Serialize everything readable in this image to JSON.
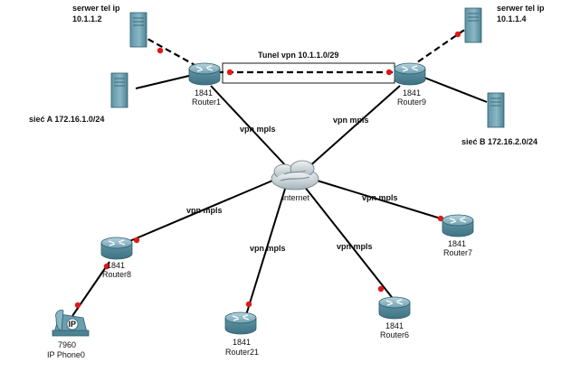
{
  "tunnel": {
    "label": "Tunel vpn  10.1.1.0/29"
  },
  "internet": {
    "label": "internet"
  },
  "routers": {
    "router1": {
      "model": "1841",
      "name": "Router1"
    },
    "router9": {
      "model": "1841",
      "name": "Router9"
    },
    "router8": {
      "model": "1841",
      "name": "Router8"
    },
    "router21": {
      "model": "1841",
      "name": "Router21"
    },
    "router6": {
      "model": "1841",
      "name": "Router6"
    },
    "router7": {
      "model": "1841",
      "name": "Router7"
    }
  },
  "servers": {
    "server_left": {
      "line1": "serwer tel ip",
      "line2": "10.1.1.2"
    },
    "server_right": {
      "line1": "serwer tel ip",
      "line2": "10.1.1.4"
    }
  },
  "networks": {
    "net_a": {
      "label": "sieć A 172.16.1.0/24"
    },
    "net_b": {
      "label": "sieć B 172.16.2.0/24"
    }
  },
  "links": {
    "r1_label": "vpn mpls",
    "r9_label": "vpn mpls",
    "r8_label": "vpn mpls",
    "r21_label": "vpn mpls",
    "r6_label": "vpn mpls",
    "r7_label": "vpn mpls"
  },
  "phone": {
    "model": "7960",
    "name": "IP Phone0",
    "badge": "IP"
  },
  "colors": {
    "link_dot": "#e01818",
    "router_body": "#5f95a6",
    "server_body": "#79a9b8"
  }
}
